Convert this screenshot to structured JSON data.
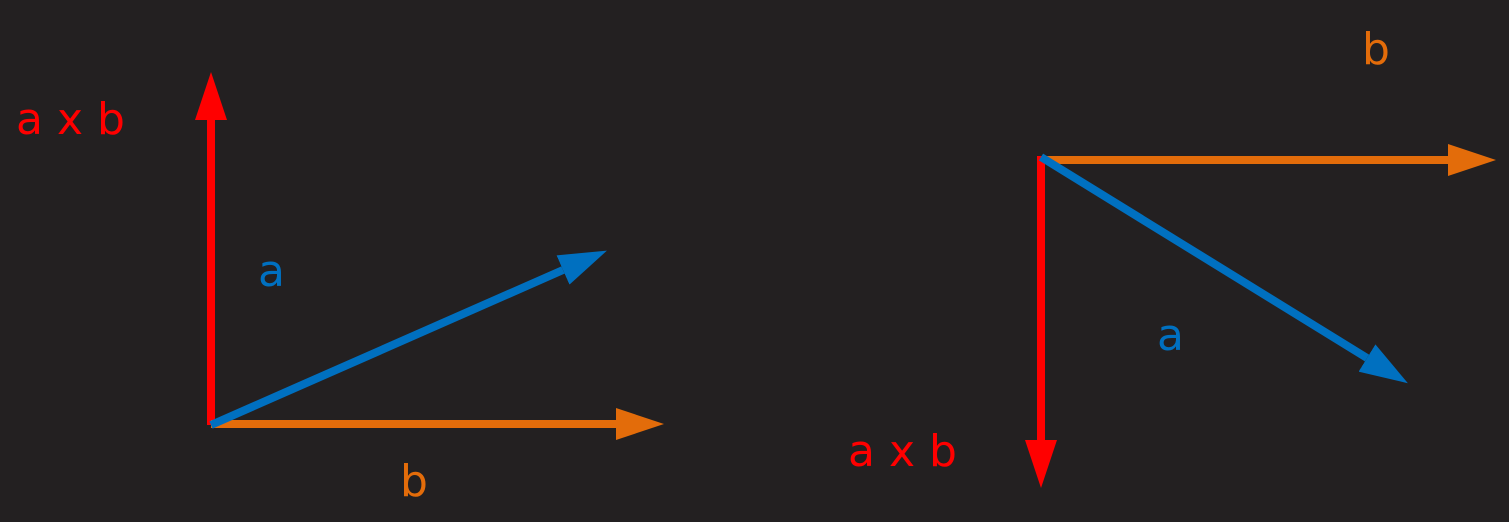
{
  "colors": {
    "background": "#232021",
    "cross_product": "#ff0000",
    "vector_a": "#0070c0",
    "vector_b": "#e36c0a"
  },
  "left_diagram": {
    "cross_label": "a x b",
    "a_label": "a",
    "b_label": "b"
  },
  "right_diagram": {
    "cross_label": "a x b",
    "a_label": "a",
    "b_label": "b"
  }
}
